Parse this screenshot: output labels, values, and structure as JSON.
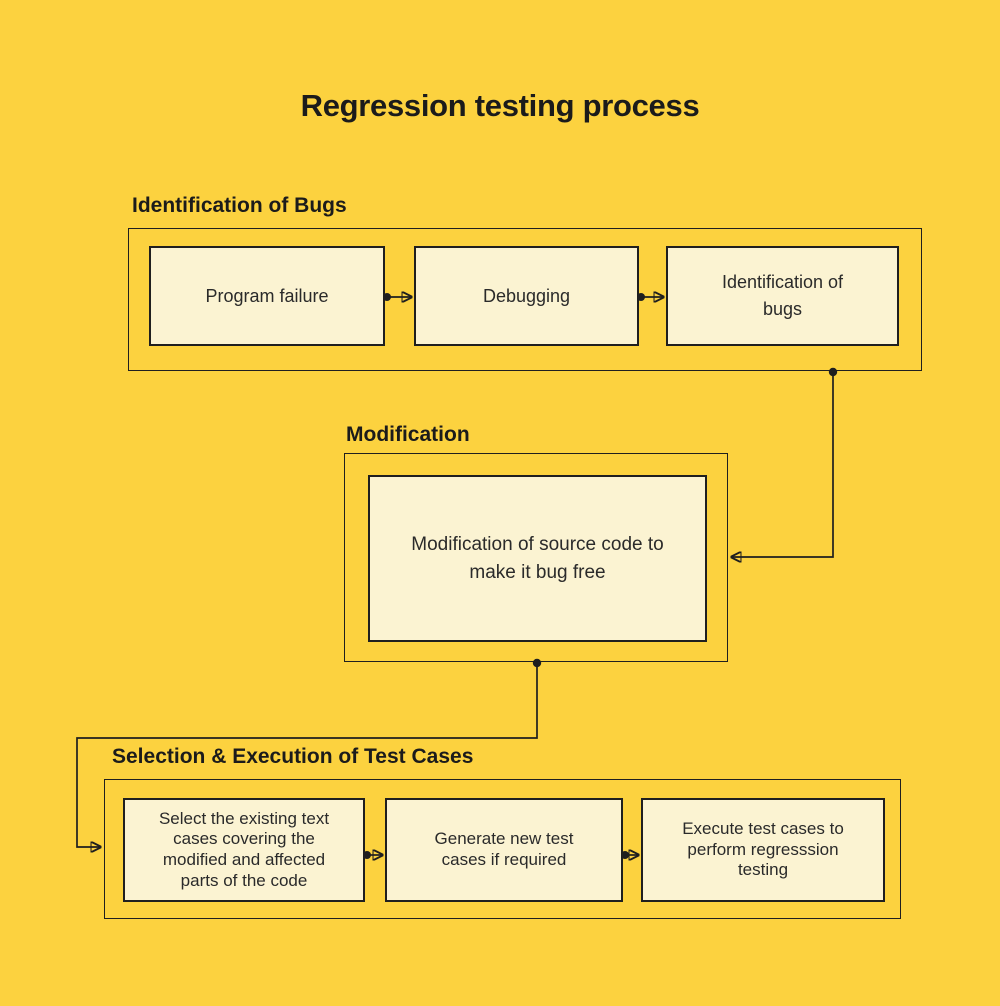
{
  "title": "Regression testing process",
  "colors": {
    "background": "#FCD23F",
    "node_fill": "#FBF3D2",
    "line": "#1F1F1F",
    "heading_text": "#1B1B1B",
    "node_text": "#2A2A2A"
  },
  "sections": [
    {
      "heading": "Identification of Bugs",
      "boxes": [
        "Program failure",
        "Debugging",
        "Identification of bugs"
      ]
    },
    {
      "heading": "Modification",
      "boxes": [
        "Modification of source code to make it bug free"
      ]
    },
    {
      "heading": "Selection & Execution of Test Cases",
      "boxes": [
        "Select the existing text cases covering the modified and affected parts of the code",
        "Generate new test cases if required",
        "Execute test cases to perform regresssion testing"
      ]
    }
  ],
  "flow": [
    "Program failure -> Debugging",
    "Debugging -> Identification of bugs",
    "Identification of Bugs group -> Modification group",
    "Modification group -> Selection & Execution of Test Cases group",
    "Select the existing text cases -> Generate new test cases",
    "Generate new test cases -> Execute test cases"
  ]
}
